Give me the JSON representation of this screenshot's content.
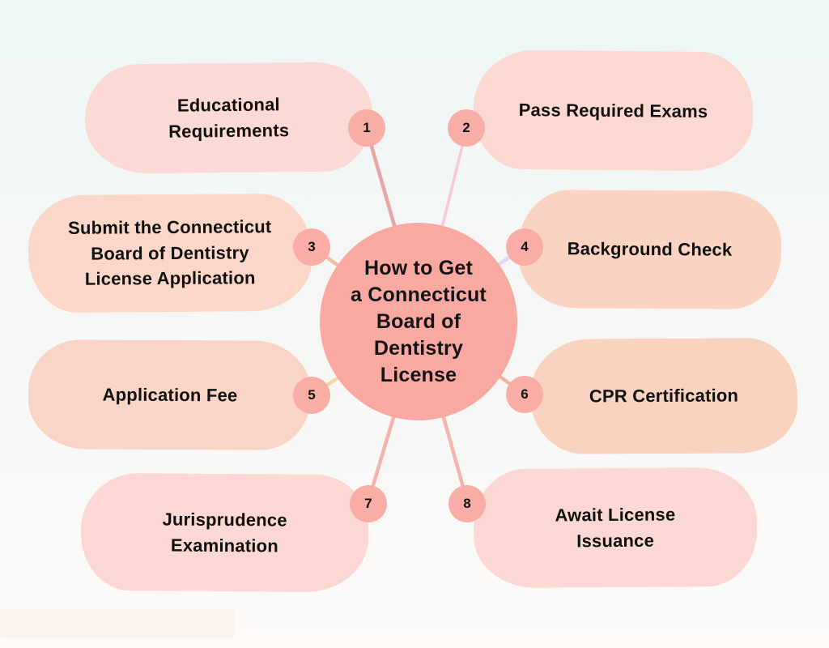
{
  "center": {
    "title": "How to Get\na Connecticut\nBoard of\nDentistry\nLicense",
    "bg_color": "#F9A9A1"
  },
  "steps": [
    {
      "number": "1",
      "label": "Educational\nRequirements",
      "blob_color": "#FBD9D4",
      "connector_color": "#ECA3A3"
    },
    {
      "number": "2",
      "label": "Pass Required Exams",
      "blob_color": "#FBD8D2",
      "connector_color": "#F8C8DA"
    },
    {
      "number": "3",
      "label": "Submit the Connecticut\nBoard of Dentistry\nLicense Application",
      "blob_color": "#FAD7C9",
      "connector_color": "#EFC29E"
    },
    {
      "number": "4",
      "label": "Background Check",
      "blob_color": "#FAD3C2",
      "connector_color": "#E3D6F4"
    },
    {
      "number": "5",
      "label": "Application Fee",
      "blob_color": "#FAD5C7",
      "connector_color": "#F6D5A0"
    },
    {
      "number": "6",
      "label": "CPR Certification",
      "blob_color": "#FAD2C0",
      "connector_color": "#F5B2A6"
    },
    {
      "number": "7",
      "label": "Jurisprudence\nExamination",
      "blob_color": "#FBD8D3",
      "connector_color": "#F5B3AC"
    },
    {
      "number": "8",
      "label": "Await License\nIssuance",
      "blob_color": "#FBD8D3",
      "connector_color": "#F5B3AC"
    }
  ],
  "marker_color": "#F9ADA6",
  "text_color": "#111111",
  "background": {
    "top": "#EEF7F6",
    "bottom": "#FDFAF8"
  }
}
